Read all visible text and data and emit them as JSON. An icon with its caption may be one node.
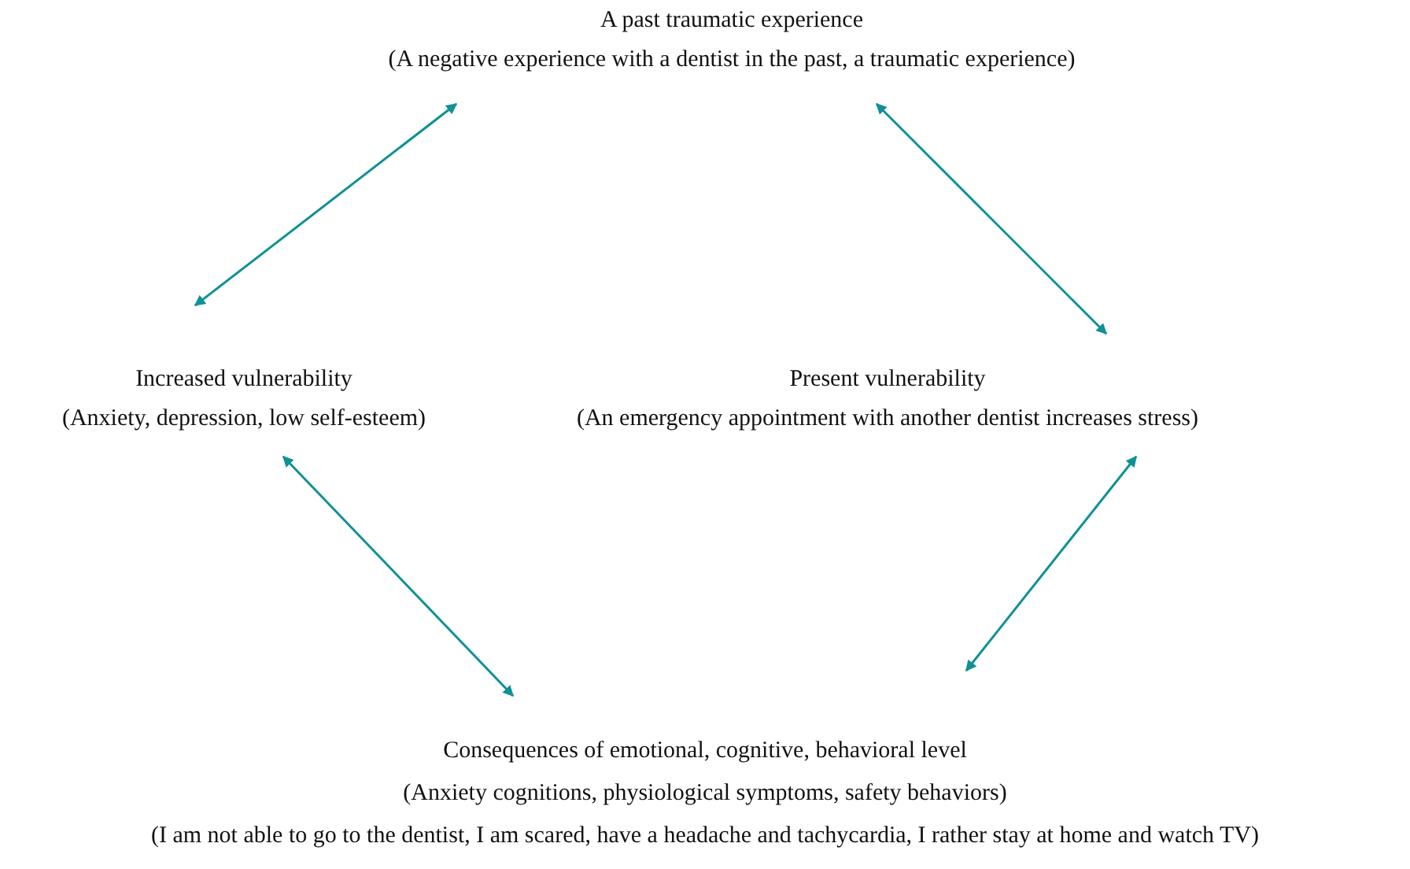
{
  "diagram": {
    "nodes": [
      {
        "text": [
          "A past traumatic experience",
          "(A negative experience with a dentist in the past, a traumatic experience)"
        ]
      },
      {
        "text": [
          "Increased vulnerability",
          "(Anxiety, depression, low self-esteem)"
        ]
      },
      {
        "text": [
          "Present vulnerability",
          "(An emergency appointment with another dentist increases stress)"
        ]
      },
      {
        "text": [
          "Consequences of emotional, cognitive, behavioral level",
          "(Anxiety cognitions, physiological symptoms, safety behaviors)",
          "(I am not able to go to the dentist, I am scared, have a headache and tachycardia, I rather stay at home and watch TV)"
        ]
      }
    ],
    "edges": [
      {
        "from": 0,
        "to": 1,
        "arrow": "both"
      },
      {
        "from": 0,
        "to": 2,
        "arrow": "both"
      },
      {
        "from": 1,
        "to": 3,
        "arrow": "both"
      },
      {
        "from": 2,
        "to": 3,
        "arrow": "both"
      }
    ]
  }
}
